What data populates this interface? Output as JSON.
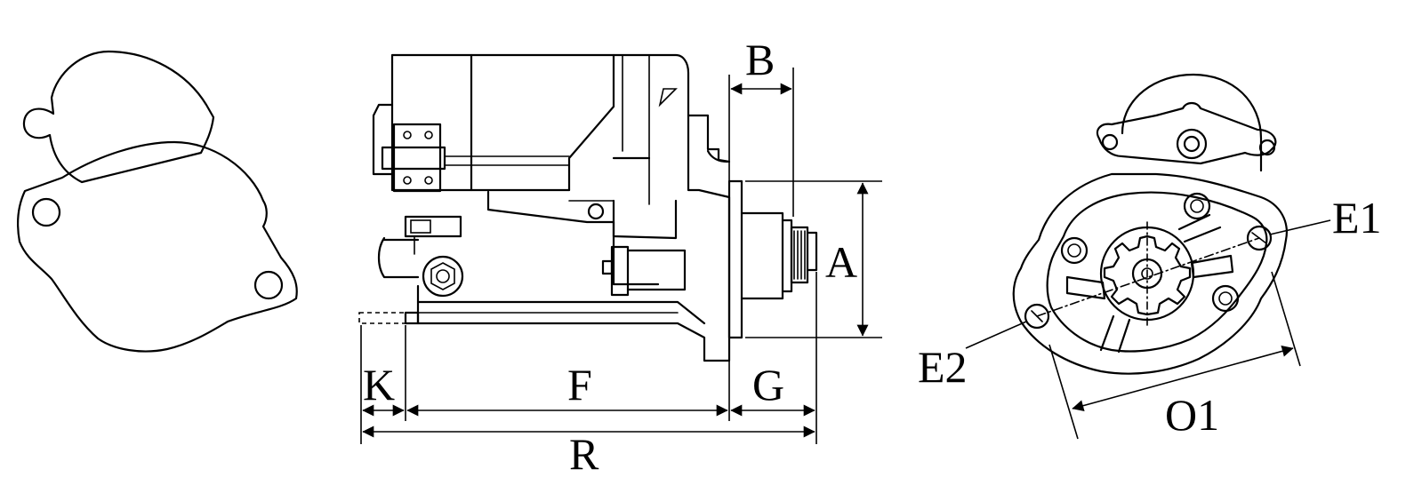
{
  "labels": {
    "A": "A",
    "B": "B",
    "F": "F",
    "G": "G",
    "K": "K",
    "R": "R",
    "E1": "E1",
    "E2": "E2",
    "O1": "O1"
  },
  "colors": {
    "line": "#000000",
    "background": "#ffffff"
  }
}
